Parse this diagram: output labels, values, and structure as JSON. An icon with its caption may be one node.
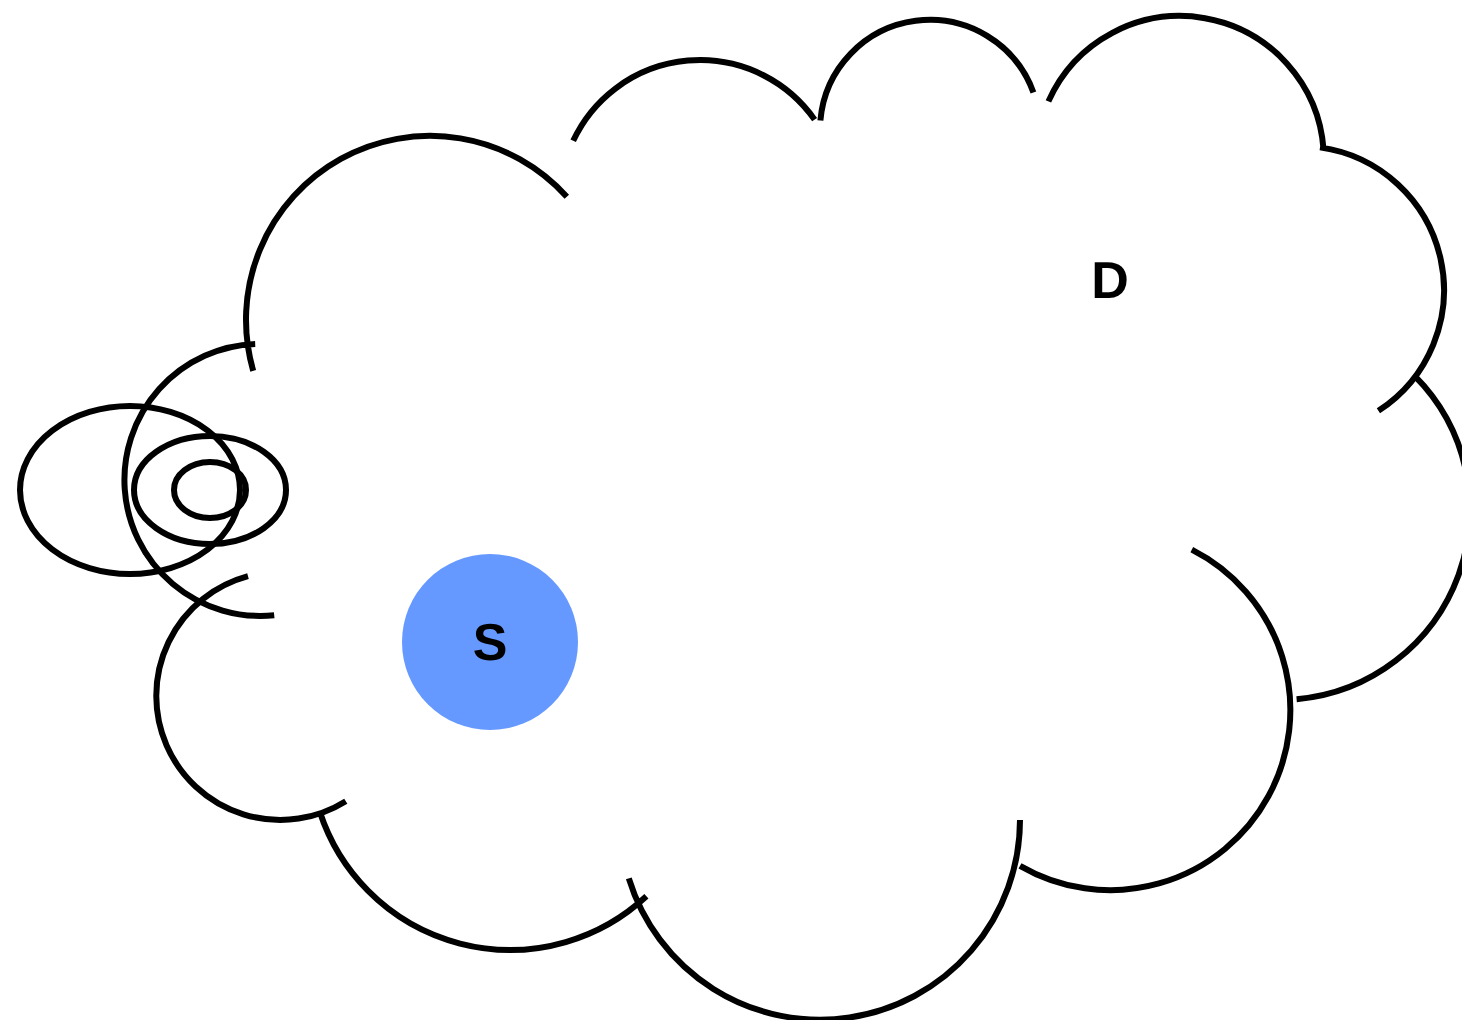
{
  "diagram": {
    "nodes": [
      {
        "text": [],
        "shape": "cloud"
      },
      {
        "text": [
          "D"
        ],
        "in": 0
      },
      {
        "text": [
          "S"
        ],
        "in": 0
      }
    ]
  }
}
